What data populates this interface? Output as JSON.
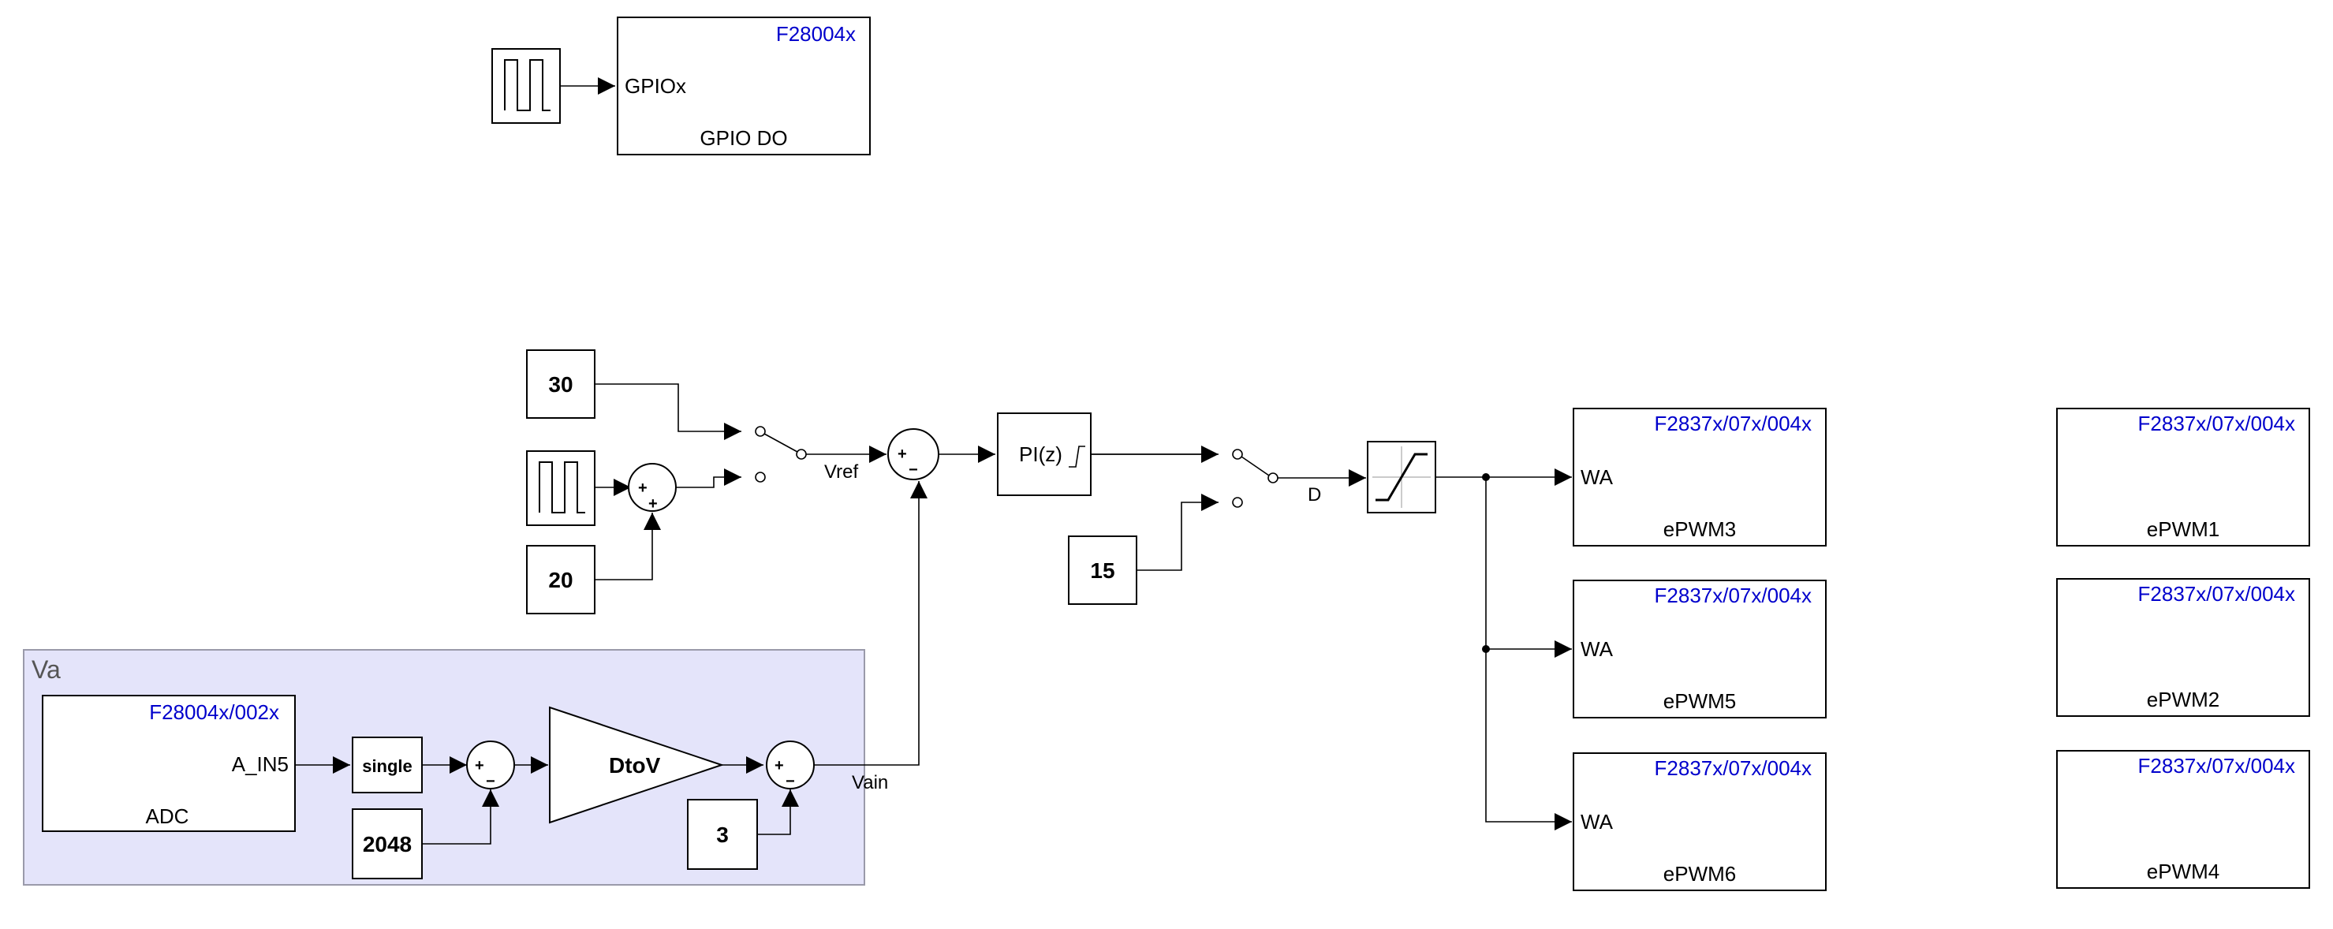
{
  "gpio": {
    "target": "F28004x",
    "port": "GPIOx",
    "name": "GPIO DO"
  },
  "consts": {
    "c30": "30",
    "c20": "20",
    "c15": "15",
    "c2048": "2048",
    "c3": "3"
  },
  "signals": {
    "vref": "Vref",
    "d": "D",
    "vain": "Vain"
  },
  "pi": {
    "label": "PI(z)"
  },
  "subsystem": {
    "name": "Va",
    "adc": {
      "target": "F28004x/002x",
      "port": "A_IN5",
      "name": "ADC"
    },
    "convert": "single",
    "gain": "DtoV"
  },
  "sum_signs": {
    "plus": "+",
    "minus": "−"
  },
  "pwm": {
    "port": "WA",
    "blocks": [
      {
        "target": "F2837x/07x/004x",
        "name": "ePWM3"
      },
      {
        "target": "F2837x/07x/004x",
        "name": "ePWM5"
      },
      {
        "target": "F2837x/07x/004x",
        "name": "ePWM6"
      },
      {
        "target": "F2837x/07x/004x",
        "name": "ePWM1"
      },
      {
        "target": "F2837x/07x/004x",
        "name": "ePWM2"
      },
      {
        "target": "F2837x/07x/004x",
        "name": "ePWM4"
      }
    ]
  },
  "colors": {
    "subsystem_fill": "#e4e4fa",
    "subsystem_border": "#9a9aaa",
    "target_text": "#0000cc"
  }
}
